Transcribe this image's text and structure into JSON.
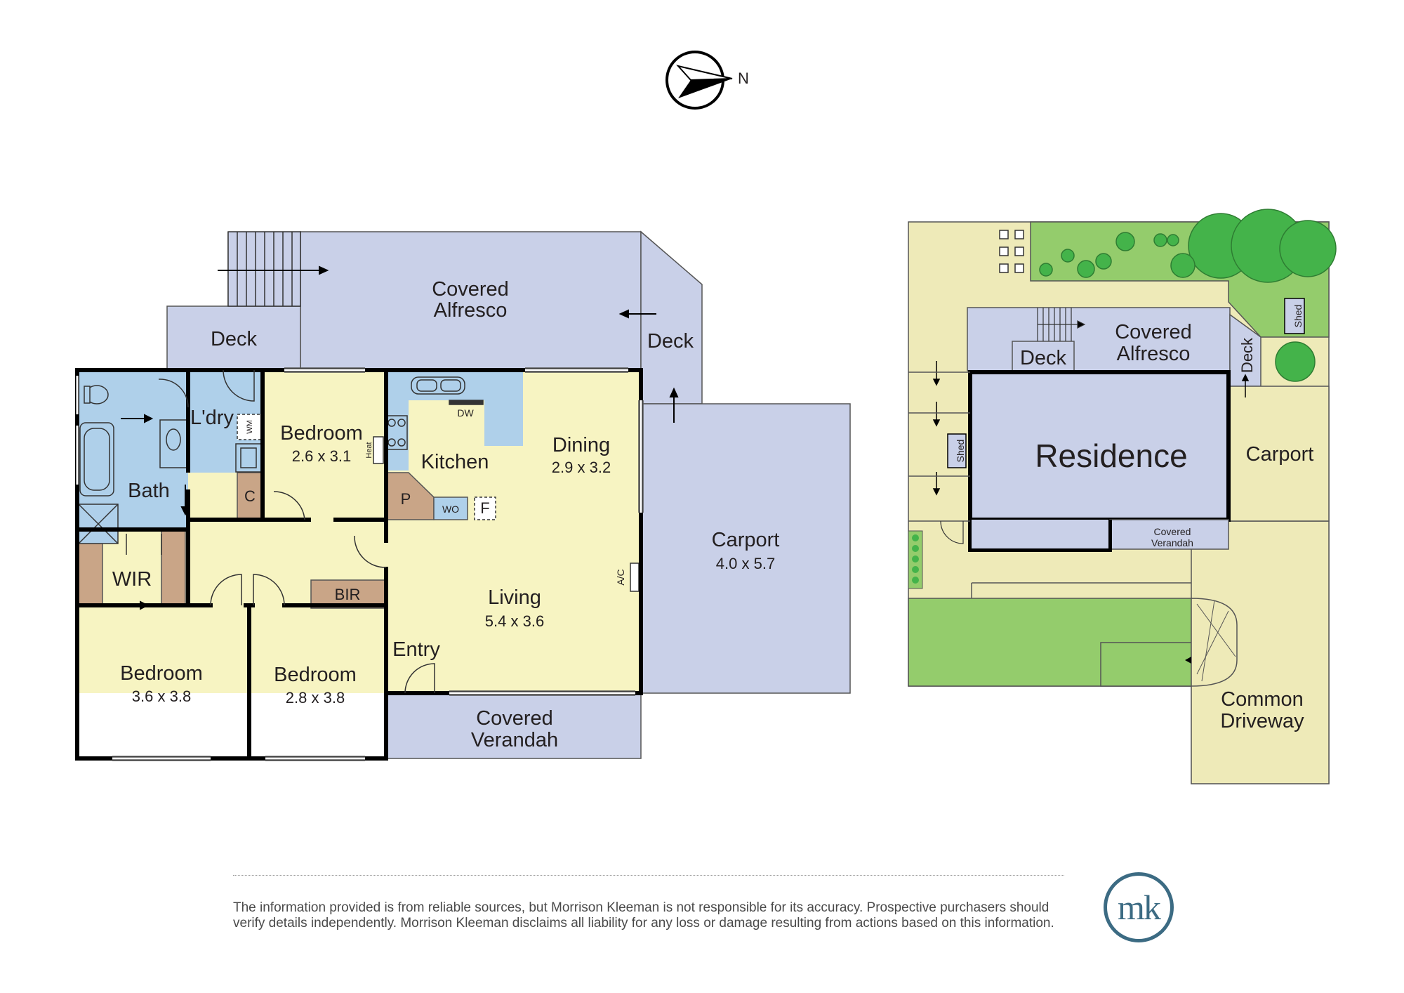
{
  "compass": {
    "label": "N"
  },
  "floor_plan": {
    "covered_alfresco": [
      "Covered",
      "Alfresco"
    ],
    "deck_left": "Deck",
    "deck_right": "Deck",
    "laundry": "L'dry",
    "wm": "WM",
    "bath": "Bath",
    "cupboard": "C",
    "wir": "WIR",
    "bedroom_top": {
      "name": "Bedroom",
      "size": "2.6 x 3.1"
    },
    "heat": "Heat",
    "kitchen": "Kitchen",
    "dw": "DW",
    "pantry": "P",
    "wo": "WO",
    "fridge": "F",
    "dining": {
      "name": "Dining",
      "size": "2.9 x 3.2"
    },
    "living": {
      "name": "Living",
      "size": "5.4 x 3.6"
    },
    "ac": "A/C",
    "bir": "BIR",
    "entry": "Entry",
    "bedroom_left": {
      "name": "Bedroom",
      "size": "3.6 x 3.8"
    },
    "bedroom_mid": {
      "name": "Bedroom",
      "size": "2.8 x 3.8"
    },
    "covered_verandah": [
      "Covered",
      "Verandah"
    ],
    "carport": {
      "name": "Carport",
      "size": "4.0 x 5.7"
    }
  },
  "site_plan": {
    "residence": "Residence",
    "covered_alfresco": [
      "Covered",
      "Alfresco"
    ],
    "deck_top": "Deck",
    "deck_side": "Deck",
    "shed_top": "Shed",
    "shed_left": "Shed",
    "carport": "Carport",
    "covered_verandah": [
      "Covered",
      "Verandah"
    ],
    "common_driveway": [
      "Common",
      "Driveway"
    ]
  },
  "footer": {
    "disclaimer_line1": "The information provided is from reliable sources, but Morrison Kleeman is not responsible for its accuracy. Prospective purchasers should",
    "disclaimer_line2": "verify details independently. Morrison Kleeman disclaims all liability for any loss or damage resulting from actions based on this information.",
    "logo": "mk"
  },
  "colors": {
    "outdoor": "#c9d0e8",
    "living": "#f7f4c2",
    "wet": "#afd0ea",
    "joinery": "#c9a587",
    "site_land": "#eeeab8",
    "lawn": "#94cc6c",
    "tree": "#44b34a",
    "wall": "#000000",
    "logo": "#3c6b83"
  }
}
